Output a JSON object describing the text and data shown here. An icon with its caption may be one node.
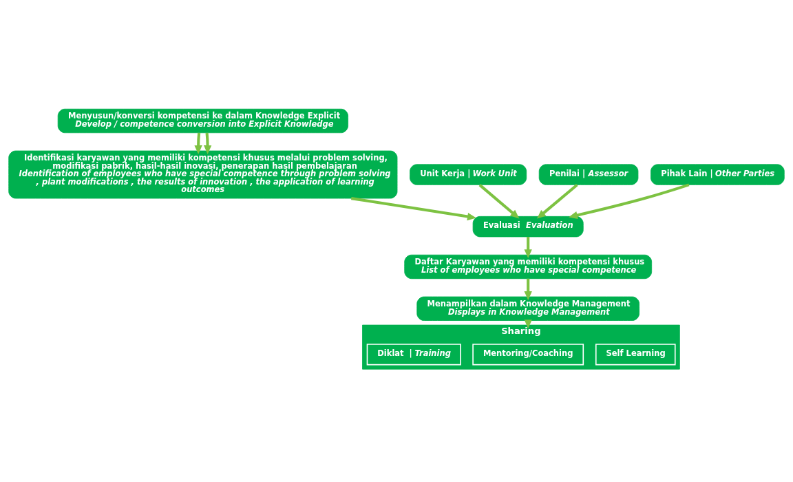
{
  "diagram": {
    "nodes": [
      {
        "text": [
          "Menyusun/konversi kompetensi ke dalam Knowledge Explicit",
          "*Develop / competence conversion into Explicit Knowledge*"
        ]
      },
      {
        "text": [
          "Identifikasi karyawan yang memiliki kompetensi khusus melalui problem solving, modifikasi pabrik, hasil-hasil inovasi, penerapan hasil pembelajaran",
          "*Identification of employees who have special competence through problem solving , plant modifications , the results of innovation , the application of learning outcomes*"
        ]
      },
      {
        "text": [
          "Unit Kerja | *Work Unit*"
        ]
      },
      {
        "text": [
          "Penilai | *Assessor*"
        ]
      },
      {
        "text": [
          "Pihak Lain | *Other Parties*"
        ]
      },
      {
        "text": [
          "Evaluasi  *Evaluation*"
        ]
      },
      {
        "text": [
          "Daftar Karyawan yang memiliki kompetensi khusus",
          "*List of employees who have special competence*"
        ]
      },
      {
        "text": [
          "Menampilkan dalam Knowledge Management",
          "*Displays in Knowledge Management*"
        ]
      },
      {
        "text": [
          "Sharing"
        ]
      },
      {
        "text": [
          "Diklat  | *Training*"
        ],
        "in": 8
      },
      {
        "text": [
          "Mentoring/Coaching"
        ],
        "in": 8
      },
      {
        "text": [
          "Self Learning"
        ],
        "in": 8
      }
    ],
    "edges": [
      {
        "from": 0,
        "to": 1,
        "arrow": "to"
      },
      {
        "from": 0,
        "to": 1,
        "arrow": "to"
      },
      {
        "from": 1,
        "to": 5,
        "arrow": "to"
      },
      {
        "from": 2,
        "to": 5,
        "arrow": "to"
      },
      {
        "from": 3,
        "to": 5,
        "arrow": "to"
      },
      {
        "from": 4,
        "to": 5,
        "arrow": "to"
      },
      {
        "from": 5,
        "to": 6,
        "arrow": "to"
      },
      {
        "from": 6,
        "to": 7,
        "arrow": "to"
      },
      {
        "from": 7,
        "to": 8,
        "arrow": "to"
      }
    ]
  }
}
